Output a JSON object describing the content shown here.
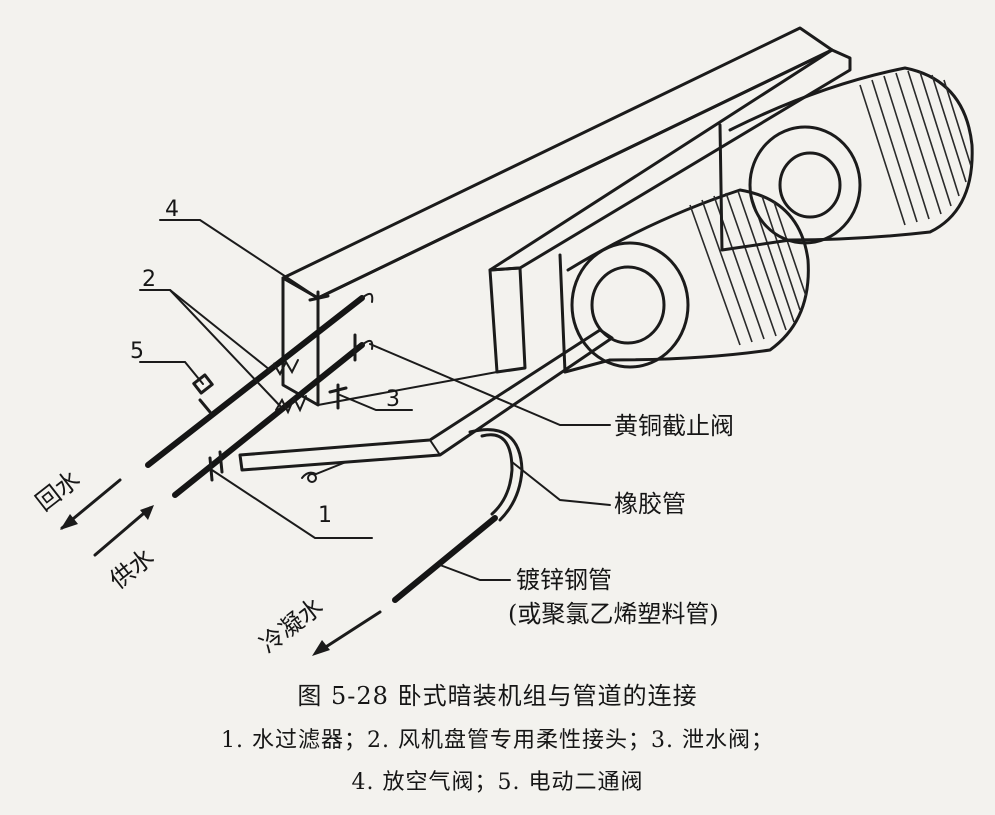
{
  "figure": {
    "caption_title": "图 5-28   卧式暗装机组与管道的连接",
    "legend_line1": "1. 水过滤器；2. 风机盘管专用柔性接头；3. 泄水阀；",
    "legend_line2": "4. 放空气阀；5. 电动二通阀"
  },
  "labels": {
    "n1": "1",
    "n2": "2",
    "n3": "3",
    "n4": "4",
    "n5": "5",
    "brass_valve": "黄铜截止阀",
    "rubber_hose": "橡胶管",
    "galv_pipe": "镀锌钢管",
    "galv_pipe_alt": "(或聚氯乙烯塑料管)",
    "return_water": "回水",
    "supply_water": "供水",
    "condensate": "冷凝水"
  }
}
